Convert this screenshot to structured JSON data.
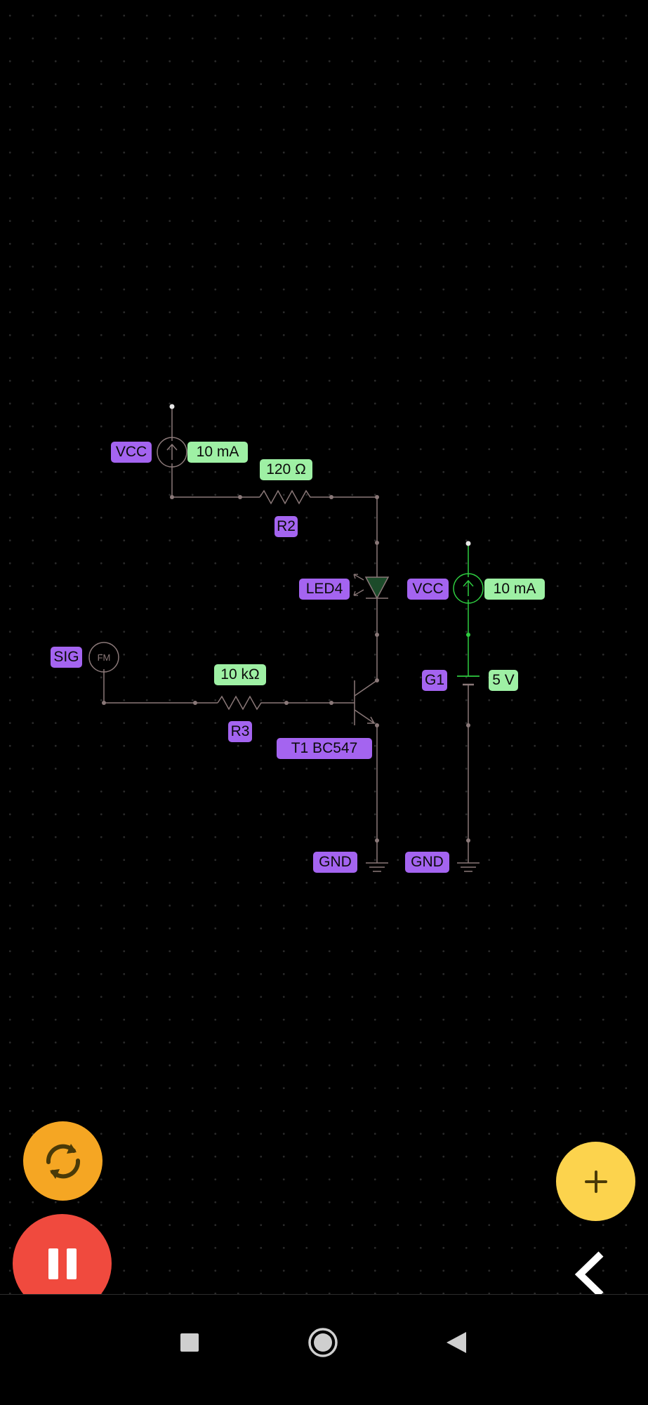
{
  "circuit": {
    "vcc_top": {
      "label": "VCC",
      "current": "10 mA"
    },
    "r2": {
      "value": "120 Ω",
      "name": "R2"
    },
    "led": {
      "name": "LED4"
    },
    "vcc_right": {
      "label": "VCC",
      "current": "10 mA"
    },
    "sig": {
      "label": "SIG",
      "source": "FM"
    },
    "r3": {
      "value": "10 kΩ",
      "name": "R3"
    },
    "transistor": {
      "name": "T1 BC547"
    },
    "battery": {
      "name": "G1",
      "voltage": "5 V"
    },
    "gnd_left": {
      "label": "GND"
    },
    "gnd_right": {
      "label": "GND"
    },
    "colors": {
      "wire": "#8a7878",
      "active_wire": "#2ecc40",
      "label_purple": "#a464f0",
      "label_green": "#9ef0a4"
    }
  },
  "controls": {
    "reset_icon": "refresh-icon",
    "reset_color": "#f5a623",
    "pause_icon": "pause-icon",
    "pause_color": "#f04a3e",
    "add_icon": "plus-icon",
    "add_color": "#fcd34d",
    "collapse_icon": "chevron-left-icon"
  },
  "navbar": {
    "recents_icon": "square-icon",
    "home_icon": "circle-icon",
    "back_icon": "triangle-back-icon"
  }
}
